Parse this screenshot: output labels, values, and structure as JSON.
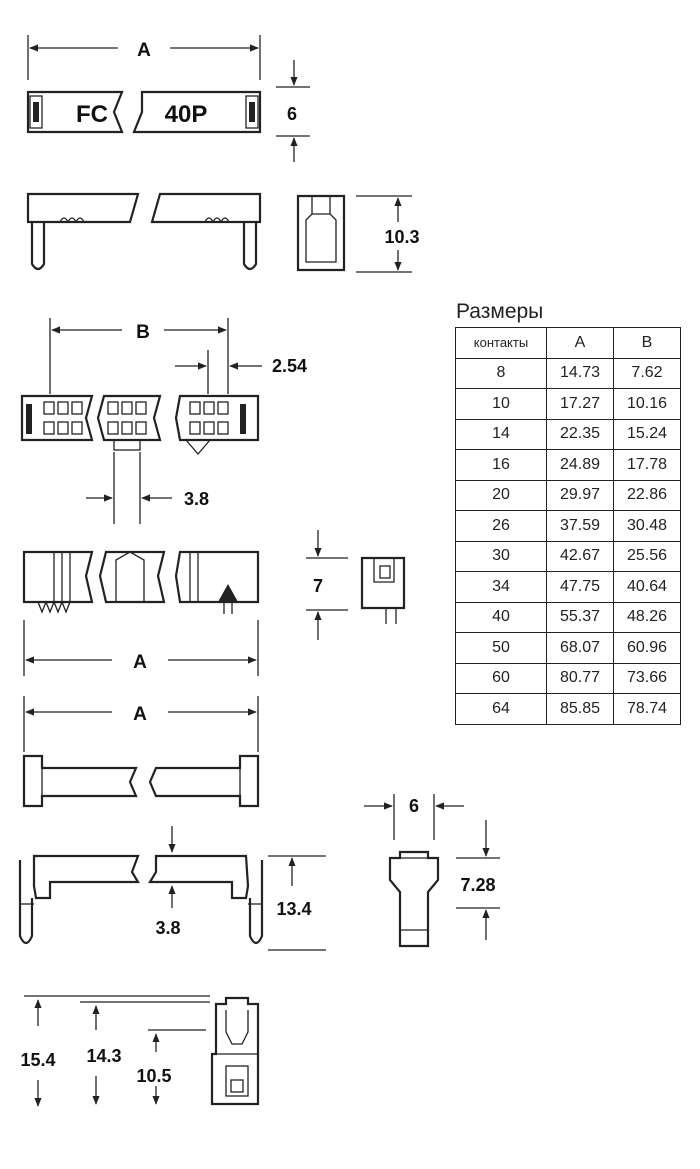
{
  "drawing": {
    "top_label_A": "A",
    "label_fc": "FC",
    "label_40p": "40P",
    "dim_6_top": "6",
    "dim_10_3": "10.3",
    "label_B": "B",
    "dim_2_54": "2.54",
    "dim_3_8_mid": "3.8",
    "dim_7": "7",
    "label_A_mid1": "A",
    "label_A_mid2": "A",
    "dim_6_right": "6",
    "dim_7_28": "7.28",
    "dim_13_4": "13.4",
    "dim_3_8_bottom": "3.8",
    "dim_15_4": "15.4",
    "dim_14_3": "14.3",
    "dim_10_5": "10.5"
  },
  "table": {
    "title": "Размеры",
    "headers": [
      "контакты",
      "A",
      "B"
    ],
    "rows": [
      [
        "8",
        "14.73",
        "7.62"
      ],
      [
        "10",
        "17.27",
        "10.16"
      ],
      [
        "14",
        "22.35",
        "15.24"
      ],
      [
        "16",
        "24.89",
        "17.78"
      ],
      [
        "20",
        "29.97",
        "22.86"
      ],
      [
        "26",
        "37.59",
        "30.48"
      ],
      [
        "30",
        "42.67",
        "25.56"
      ],
      [
        "34",
        "47.75",
        "40.64"
      ],
      [
        "40",
        "55.37",
        "48.26"
      ],
      [
        "50",
        "68.07",
        "60.96"
      ],
      [
        "60",
        "80.77",
        "73.66"
      ],
      [
        "64",
        "85.85",
        "78.74"
      ]
    ]
  }
}
